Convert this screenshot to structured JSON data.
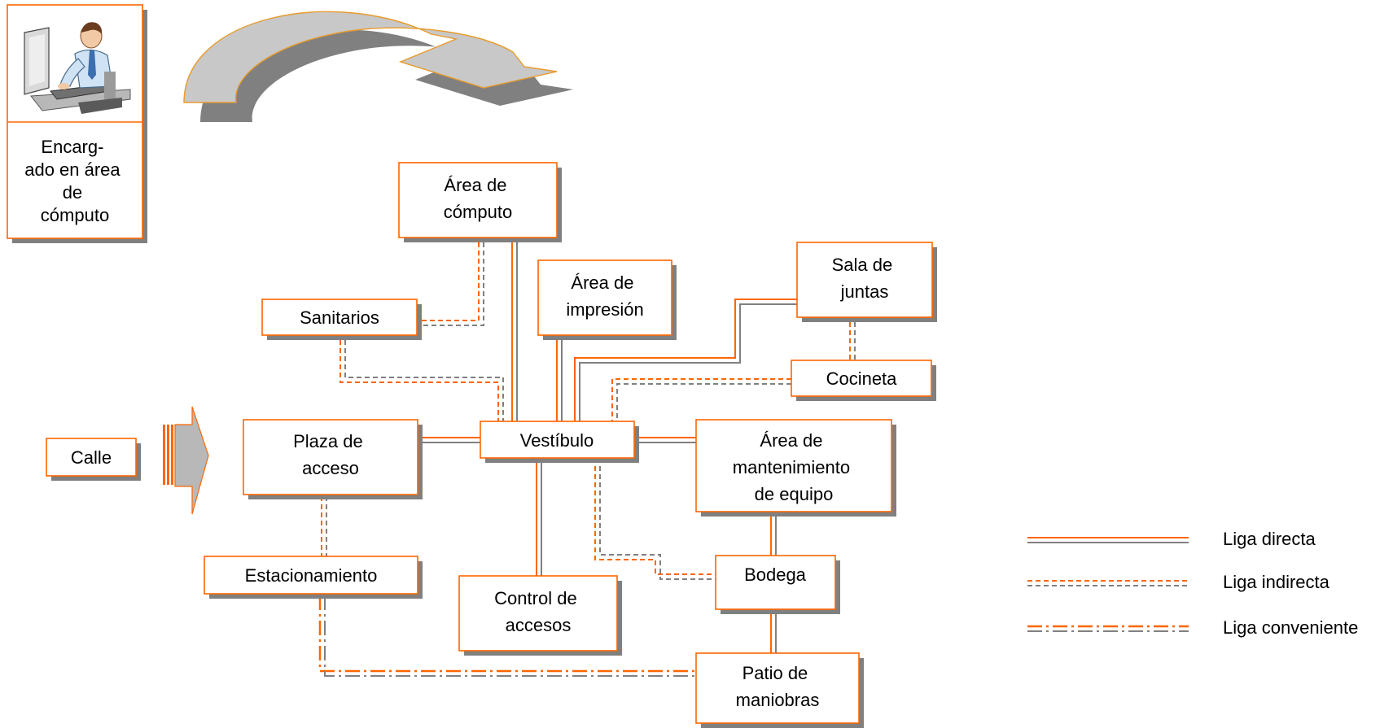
{
  "diagram": {
    "nodes": {
      "computo": "Área de cómputo",
      "impresion": "Área de impresión",
      "sala": "Sala de juntas",
      "sanitarios": "Sanitarios",
      "cocineta": "Cocineta",
      "calle": "Calle",
      "plaza": "Plaza de acceso",
      "vestibulo": "Vestíbulo",
      "mantenimiento": "Área de mantenimiento de equipo",
      "estacionamiento": "Estacionamiento",
      "control": "Control de accesos",
      "bodega": "Bodega",
      "patio": "Patio de maniobras"
    },
    "person_caption": "Encargado en área de cómputo",
    "legend": {
      "direct": "Liga directa",
      "indirect": "Liga indirecta",
      "convenient": "Liga conveniente"
    },
    "colors": {
      "accent": "#ff6600",
      "gray": "#808080",
      "shadow": "#808080"
    }
  }
}
